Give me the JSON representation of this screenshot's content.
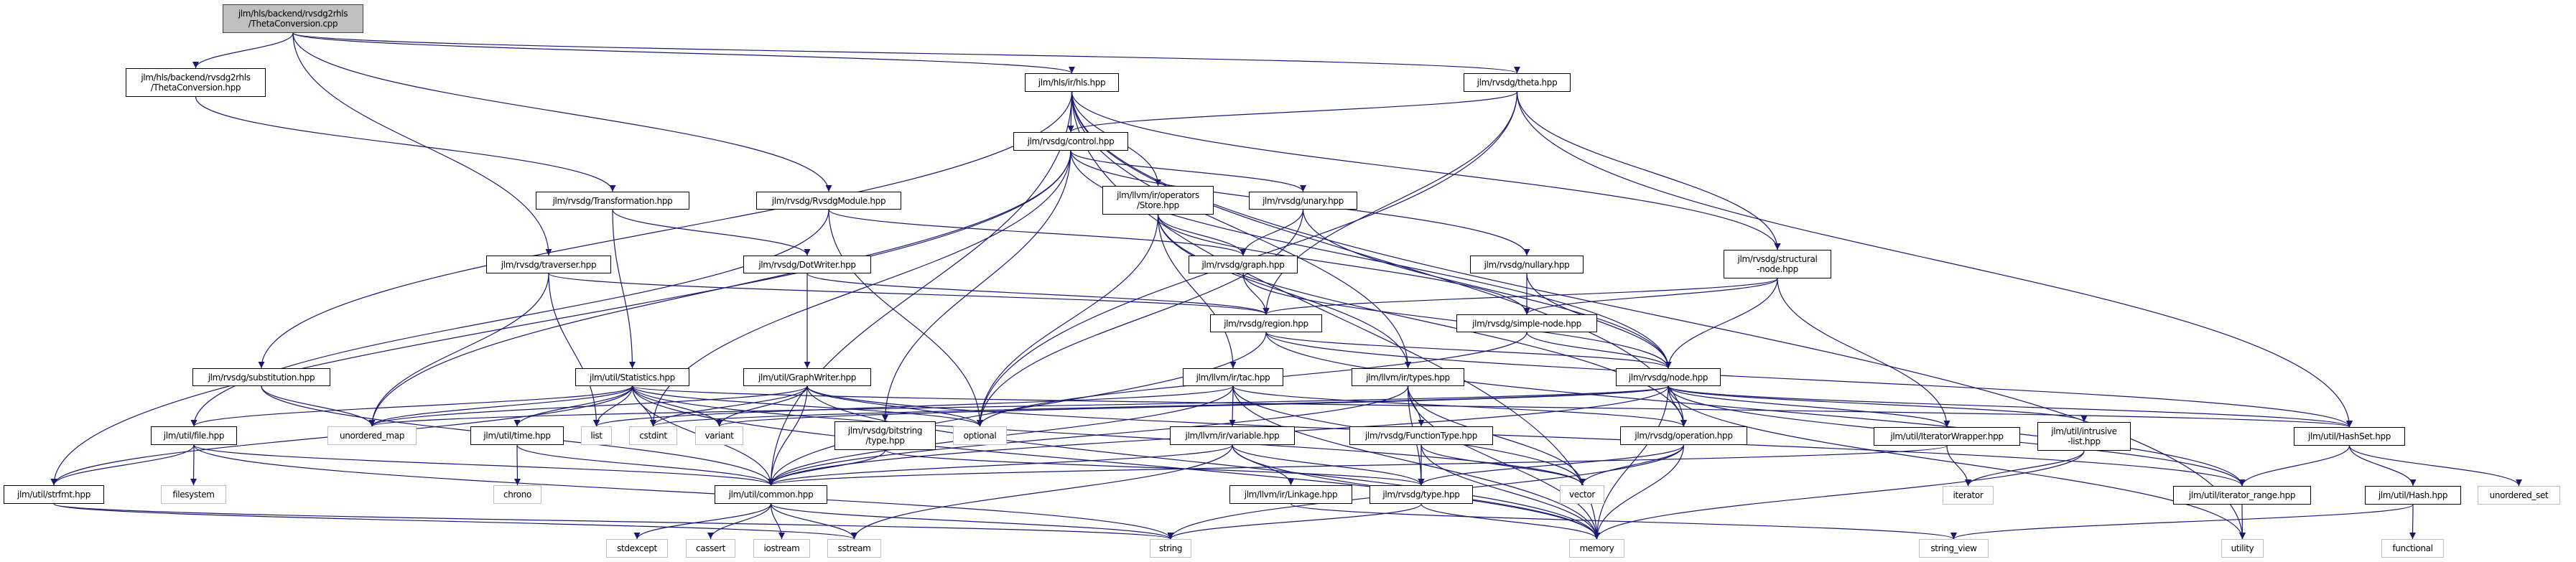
{
  "colors": {
    "edge": "#191970",
    "root_fill": "#bfbfbf",
    "file_border": "#000000",
    "system_border": "#bfbfbf"
  },
  "nodes": [
    {
      "label": "jlm/hls/backend/rvsdg2rhls/ThetaConversion.cpp",
      "lines": [
        "jlm/hls/backend/rvsdg2rhls",
        "/ThetaConversion.cpp"
      ],
      "kind": "root"
    },
    {
      "label": "jlm/hls/backend/rvsdg2rhls/ThetaConversion.hpp",
      "lines": [
        "jlm/hls/backend/rvsdg2rhls",
        "/ThetaConversion.hpp"
      ],
      "kind": "file"
    },
    {
      "label": "jlm/hls/ir/hls.hpp",
      "lines": [
        "jlm/hls/ir/hls.hpp"
      ],
      "kind": "file"
    },
    {
      "label": "jlm/rvsdg/theta.hpp",
      "lines": [
        "jlm/rvsdg/theta.hpp"
      ],
      "kind": "file"
    },
    {
      "label": "jlm/rvsdg/control.hpp",
      "lines": [
        "jlm/rvsdg/control.hpp"
      ],
      "kind": "file"
    },
    {
      "label": "jlm/rvsdg/Transformation.hpp",
      "lines": [
        "jlm/rvsdg/Transformation.hpp"
      ],
      "kind": "file"
    },
    {
      "label": "jlm/rvsdg/RvsdgModule.hpp",
      "lines": [
        "jlm/rvsdg/RvsdgModule.hpp"
      ],
      "kind": "file"
    },
    {
      "label": "jlm/llvm/ir/operators/Store.hpp",
      "lines": [
        "jlm/llvm/ir/operators",
        "/Store.hpp"
      ],
      "kind": "file"
    },
    {
      "label": "jlm/rvsdg/unary.hpp",
      "lines": [
        "jlm/rvsdg/unary.hpp"
      ],
      "kind": "file"
    },
    {
      "label": "jlm/rvsdg/traverser.hpp",
      "lines": [
        "jlm/rvsdg/traverser.hpp"
      ],
      "kind": "file"
    },
    {
      "label": "jlm/rvsdg/DotWriter.hpp",
      "lines": [
        "jlm/rvsdg/DotWriter.hpp"
      ],
      "kind": "file"
    },
    {
      "label": "jlm/rvsdg/graph.hpp",
      "lines": [
        "jlm/rvsdg/graph.hpp"
      ],
      "kind": "file"
    },
    {
      "label": "jlm/rvsdg/nullary.hpp",
      "lines": [
        "jlm/rvsdg/nullary.hpp"
      ],
      "kind": "file"
    },
    {
      "label": "jlm/rvsdg/structural-node.hpp",
      "lines": [
        "jlm/rvsdg/structural",
        "-node.hpp"
      ],
      "kind": "file"
    },
    {
      "label": "jlm/rvsdg/region.hpp",
      "lines": [
        "jlm/rvsdg/region.hpp"
      ],
      "kind": "file"
    },
    {
      "label": "jlm/rvsdg/simple-node.hpp",
      "lines": [
        "jlm/rvsdg/simple-node.hpp"
      ],
      "kind": "file"
    },
    {
      "label": "jlm/rvsdg/substitution.hpp",
      "lines": [
        "jlm/rvsdg/substitution.hpp"
      ],
      "kind": "file"
    },
    {
      "label": "jlm/util/Statistics.hpp",
      "lines": [
        "jlm/util/Statistics.hpp"
      ],
      "kind": "file"
    },
    {
      "label": "jlm/util/GraphWriter.hpp",
      "lines": [
        "jlm/util/GraphWriter.hpp"
      ],
      "kind": "file"
    },
    {
      "label": "jlm/llvm/ir/tac.hpp",
      "lines": [
        "jlm/llvm/ir/tac.hpp"
      ],
      "kind": "file"
    },
    {
      "label": "jlm/llvm/ir/types.hpp",
      "lines": [
        "jlm/llvm/ir/types.hpp"
      ],
      "kind": "file"
    },
    {
      "label": "jlm/rvsdg/node.hpp",
      "lines": [
        "jlm/rvsdg/node.hpp"
      ],
      "kind": "file"
    },
    {
      "label": "jlm/util/file.hpp",
      "lines": [
        "jlm/util/file.hpp"
      ],
      "kind": "file"
    },
    {
      "label": "unordered_map",
      "lines": [
        "unordered_map"
      ],
      "kind": "system"
    },
    {
      "label": "jlm/util/time.hpp",
      "lines": [
        "jlm/util/time.hpp"
      ],
      "kind": "file"
    },
    {
      "label": "list",
      "lines": [
        "list"
      ],
      "kind": "system"
    },
    {
      "label": "cstdint",
      "lines": [
        "cstdint"
      ],
      "kind": "system"
    },
    {
      "label": "variant",
      "lines": [
        "variant"
      ],
      "kind": "system"
    },
    {
      "label": "jlm/rvsdg/bitstring/type.hpp",
      "lines": [
        "jlm/rvsdg/bitstring",
        "/type.hpp"
      ],
      "kind": "file"
    },
    {
      "label": "optional",
      "lines": [
        "optional"
      ],
      "kind": "system"
    },
    {
      "label": "jlm/llvm/ir/variable.hpp",
      "lines": [
        "jlm/llvm/ir/variable.hpp"
      ],
      "kind": "file"
    },
    {
      "label": "jlm/rvsdg/FunctionType.hpp",
      "lines": [
        "jlm/rvsdg/FunctionType.hpp"
      ],
      "kind": "file"
    },
    {
      "label": "jlm/rvsdg/operation.hpp",
      "lines": [
        "jlm/rvsdg/operation.hpp"
      ],
      "kind": "file"
    },
    {
      "label": "jlm/util/IteratorWrapper.hpp",
      "lines": [
        "jlm/util/IteratorWrapper.hpp"
      ],
      "kind": "file"
    },
    {
      "label": "jlm/util/intrusive-list.hpp",
      "lines": [
        "jlm/util/intrusive",
        "-list.hpp"
      ],
      "kind": "file"
    },
    {
      "label": "jlm/util/HashSet.hpp",
      "lines": [
        "jlm/util/HashSet.hpp"
      ],
      "kind": "file"
    },
    {
      "label": "jlm/util/strfmt.hpp",
      "lines": [
        "jlm/util/strfmt.hpp"
      ],
      "kind": "file"
    },
    {
      "label": "filesystem",
      "lines": [
        "filesystem"
      ],
      "kind": "system"
    },
    {
      "label": "chrono",
      "lines": [
        "chrono"
      ],
      "kind": "system"
    },
    {
      "label": "jlm/util/common.hpp",
      "lines": [
        "jlm/util/common.hpp"
      ],
      "kind": "file"
    },
    {
      "label": "jlm/llvm/ir/Linkage.hpp",
      "lines": [
        "jlm/llvm/ir/Linkage.hpp"
      ],
      "kind": "file"
    },
    {
      "label": "jlm/rvsdg/type.hpp",
      "lines": [
        "jlm/rvsdg/type.hpp"
      ],
      "kind": "file"
    },
    {
      "label": "vector",
      "lines": [
        "vector"
      ],
      "kind": "system"
    },
    {
      "label": "iterator",
      "lines": [
        "iterator"
      ],
      "kind": "system"
    },
    {
      "label": "jlm/util/iterator_range.hpp",
      "lines": [
        "jlm/util/iterator_range.hpp"
      ],
      "kind": "file"
    },
    {
      "label": "jlm/util/Hash.hpp",
      "lines": [
        "jlm/util/Hash.hpp"
      ],
      "kind": "file"
    },
    {
      "label": "unordered_set",
      "lines": [
        "unordered_set"
      ],
      "kind": "system"
    },
    {
      "label": "stdexcept",
      "lines": [
        "stdexcept"
      ],
      "kind": "system"
    },
    {
      "label": "cassert",
      "lines": [
        "cassert"
      ],
      "kind": "system"
    },
    {
      "label": "iostream",
      "lines": [
        "iostream"
      ],
      "kind": "system"
    },
    {
      "label": "sstream",
      "lines": [
        "sstream"
      ],
      "kind": "system"
    },
    {
      "label": "string",
      "lines": [
        "string"
      ],
      "kind": "system"
    },
    {
      "label": "memory",
      "lines": [
        "memory"
      ],
      "kind": "system"
    },
    {
      "label": "string_view",
      "lines": [
        "string_view"
      ],
      "kind": "system"
    },
    {
      "label": "utility",
      "lines": [
        "utility"
      ],
      "kind": "system"
    },
    {
      "label": "functional",
      "lines": [
        "functional"
      ],
      "kind": "system"
    }
  ],
  "edges": [
    [
      "jlm/hls/backend/rvsdg2rhls/ThetaConversion.cpp",
      "jlm/hls/backend/rvsdg2rhls/ThetaConversion.hpp"
    ],
    [
      "jlm/hls/backend/rvsdg2rhls/ThetaConversion.cpp",
      "jlm/hls/ir/hls.hpp"
    ],
    [
      "jlm/hls/backend/rvsdg2rhls/ThetaConversion.cpp",
      "jlm/rvsdg/theta.hpp"
    ],
    [
      "jlm/hls/backend/rvsdg2rhls/ThetaConversion.cpp",
      "jlm/rvsdg/traverser.hpp"
    ],
    [
      "jlm/hls/backend/rvsdg2rhls/ThetaConversion.cpp",
      "jlm/rvsdg/RvsdgModule.hpp"
    ],
    [
      "jlm/hls/backend/rvsdg2rhls/ThetaConversion.hpp",
      "jlm/rvsdg/Transformation.hpp"
    ],
    [
      "jlm/hls/ir/hls.hpp",
      "jlm/rvsdg/control.hpp"
    ],
    [
      "jlm/hls/ir/hls.hpp",
      "jlm/llvm/ir/operators/Store.hpp"
    ],
    [
      "jlm/hls/ir/hls.hpp",
      "jlm/llvm/ir/types.hpp"
    ],
    [
      "jlm/hls/ir/hls.hpp",
      "jlm/rvsdg/substitution.hpp"
    ],
    [
      "jlm/hls/ir/hls.hpp",
      "jlm/util/common.hpp"
    ],
    [
      "jlm/hls/ir/hls.hpp",
      "jlm/rvsdg/structural-node.hpp"
    ],
    [
      "jlm/hls/ir/hls.hpp",
      "jlm/rvsdg/operation.hpp"
    ],
    [
      "jlm/hls/ir/hls.hpp",
      "memory"
    ],
    [
      "jlm/hls/ir/hls.hpp",
      "utility"
    ],
    [
      "jlm/rvsdg/theta.hpp",
      "jlm/rvsdg/control.hpp"
    ],
    [
      "jlm/rvsdg/theta.hpp",
      "jlm/rvsdg/structural-node.hpp"
    ],
    [
      "jlm/rvsdg/theta.hpp",
      "jlm/rvsdg/region.hpp"
    ],
    [
      "jlm/rvsdg/theta.hpp",
      "optional"
    ],
    [
      "jlm/rvsdg/theta.hpp",
      "jlm/util/HashSet.hpp"
    ],
    [
      "jlm/rvsdg/control.hpp",
      "jlm/rvsdg/unary.hpp"
    ],
    [
      "jlm/rvsdg/control.hpp",
      "jlm/rvsdg/nullary.hpp"
    ],
    [
      "jlm/rvsdg/control.hpp",
      "jlm/rvsdg/node.hpp"
    ],
    [
      "jlm/rvsdg/control.hpp",
      "jlm/util/strfmt.hpp"
    ],
    [
      "jlm/rvsdg/control.hpp",
      "unordered_map"
    ],
    [
      "jlm/rvsdg/control.hpp",
      "cstdint"
    ],
    [
      "jlm/rvsdg/control.hpp",
      "jlm/rvsdg/bitstring/type.hpp"
    ],
    [
      "jlm/rvsdg/Transformation.hpp",
      "jlm/util/Statistics.hpp"
    ],
    [
      "jlm/rvsdg/Transformation.hpp",
      "jlm/rvsdg/DotWriter.hpp"
    ],
    [
      "jlm/rvsdg/RvsdgModule.hpp",
      "jlm/rvsdg/graph.hpp"
    ],
    [
      "jlm/rvsdg/RvsdgModule.hpp",
      "jlm/util/file.hpp"
    ],
    [
      "jlm/rvsdg/RvsdgModule.hpp",
      "optional"
    ],
    [
      "jlm/rvsdg/traverser.hpp",
      "jlm/rvsdg/region.hpp"
    ],
    [
      "jlm/rvsdg/traverser.hpp",
      "list"
    ],
    [
      "jlm/rvsdg/traverser.hpp",
      "unordered_map"
    ],
    [
      "jlm/llvm/ir/operators/Store.hpp",
      "jlm/rvsdg/graph.hpp"
    ],
    [
      "jlm/llvm/ir/operators/Store.hpp",
      "jlm/rvsdg/simple-node.hpp"
    ],
    [
      "jlm/llvm/ir/operators/Store.hpp",
      "jlm/llvm/ir/tac.hpp"
    ],
    [
      "jlm/llvm/ir/operators/Store.hpp",
      "jlm/llvm/ir/types.hpp"
    ],
    [
      "jlm/llvm/ir/operators/Store.hpp",
      "optional"
    ],
    [
      "jlm/llvm/ir/operators/Store.hpp",
      "jlm/rvsdg/operation.hpp"
    ],
    [
      "jlm/rvsdg/unary.hpp",
      "jlm/rvsdg/graph.hpp"
    ],
    [
      "jlm/rvsdg/unary.hpp",
      "jlm/rvsdg/node.hpp"
    ],
    [
      "jlm/rvsdg/unary.hpp",
      "optional"
    ],
    [
      "jlm/rvsdg/DotWriter.hpp",
      "jlm/util/GraphWriter.hpp"
    ],
    [
      "jlm/rvsdg/DotWriter.hpp",
      "jlm/rvsdg/region.hpp"
    ],
    [
      "jlm/rvsdg/graph.hpp",
      "jlm/rvsdg/region.hpp"
    ],
    [
      "jlm/rvsdg/graph.hpp",
      "jlm/rvsdg/node.hpp"
    ],
    [
      "jlm/rvsdg/nullary.hpp",
      "jlm/rvsdg/simple-node.hpp"
    ],
    [
      "jlm/rvsdg/nullary.hpp",
      "jlm/rvsdg/node.hpp"
    ],
    [
      "jlm/rvsdg/structural-node.hpp",
      "jlm/rvsdg/region.hpp"
    ],
    [
      "jlm/rvsdg/structural-node.hpp",
      "jlm/rvsdg/simple-node.hpp"
    ],
    [
      "jlm/rvsdg/structural-node.hpp",
      "jlm/rvsdg/node.hpp"
    ],
    [
      "jlm/rvsdg/structural-node.hpp",
      "jlm/util/IteratorWrapper.hpp"
    ],
    [
      "jlm/rvsdg/region.hpp",
      "jlm/rvsdg/node.hpp"
    ],
    [
      "jlm/rvsdg/region.hpp",
      "jlm/util/common.hpp"
    ],
    [
      "jlm/rvsdg/region.hpp",
      "jlm/util/iterator_range.hpp"
    ],
    [
      "jlm/rvsdg/region.hpp",
      "jlm/util/HashSet.hpp"
    ],
    [
      "jlm/rvsdg/simple-node.hpp",
      "jlm/rvsdg/node.hpp"
    ],
    [
      "jlm/rvsdg/simple-node.hpp",
      "optional"
    ],
    [
      "jlm/rvsdg/substitution.hpp",
      "unordered_map"
    ],
    [
      "jlm/rvsdg/substitution.hpp",
      "jlm/util/common.hpp"
    ],
    [
      "jlm/util/Statistics.hpp",
      "jlm/util/file.hpp"
    ],
    [
      "jlm/util/Statistics.hpp",
      "unordered_map"
    ],
    [
      "jlm/util/Statistics.hpp",
      "jlm/util/time.hpp"
    ],
    [
      "jlm/util/Statistics.hpp",
      "list"
    ],
    [
      "jlm/util/Statistics.hpp",
      "cstdint"
    ],
    [
      "jlm/util/Statistics.hpp",
      "variant"
    ],
    [
      "jlm/util/Statistics.hpp",
      "optional"
    ],
    [
      "jlm/util/Statistics.hpp",
      "jlm/util/strfmt.hpp"
    ],
    [
      "jlm/util/Statistics.hpp",
      "jlm/util/HashSet.hpp"
    ],
    [
      "jlm/util/Statistics.hpp",
      "jlm/util/common.hpp"
    ],
    [
      "jlm/util/Statistics.hpp",
      "memory"
    ],
    [
      "jlm/util/Statistics.hpp",
      "vector"
    ],
    [
      "jlm/util/GraphWriter.hpp",
      "cstdint"
    ],
    [
      "jlm/util/GraphWriter.hpp",
      "variant"
    ],
    [
      "jlm/util/GraphWriter.hpp",
      "optional"
    ],
    [
      "jlm/util/GraphWriter.hpp",
      "jlm/util/common.hpp"
    ],
    [
      "jlm/util/GraphWriter.hpp",
      "unordered_map"
    ],
    [
      "jlm/util/GraphWriter.hpp",
      "memory"
    ],
    [
      "jlm/util/GraphWriter.hpp",
      "jlm/util/iterator_range.hpp"
    ],
    [
      "jlm/llvm/ir/tac.hpp",
      "jlm/llvm/ir/variable.hpp"
    ],
    [
      "jlm/llvm/ir/tac.hpp",
      "jlm/util/common.hpp"
    ],
    [
      "jlm/llvm/ir/tac.hpp",
      "list"
    ],
    [
      "jlm/llvm/ir/tac.hpp",
      "jlm/rvsdg/operation.hpp"
    ],
    [
      "jlm/llvm/ir/tac.hpp",
      "memory"
    ],
    [
      "jlm/llvm/ir/tac.hpp",
      "vector"
    ],
    [
      "jlm/llvm/ir/types.hpp",
      "jlm/rvsdg/FunctionType.hpp"
    ],
    [
      "jlm/llvm/ir/types.hpp",
      "jlm/rvsdg/type.hpp"
    ],
    [
      "jlm/llvm/ir/types.hpp",
      "jlm/util/common.hpp"
    ],
    [
      "jlm/llvm/ir/types.hpp",
      "vector"
    ],
    [
      "jlm/llvm/ir/types.hpp",
      "memory"
    ],
    [
      "jlm/rvsdg/node.hpp",
      "jlm/rvsdg/operation.hpp"
    ],
    [
      "jlm/rvsdg/node.hpp",
      "jlm/util/common.hpp"
    ],
    [
      "jlm/rvsdg/node.hpp",
      "jlm/util/HashSet.hpp"
    ],
    [
      "jlm/rvsdg/node.hpp",
      "jlm/util/IteratorWrapper.hpp"
    ],
    [
      "jlm/rvsdg/node.hpp",
      "jlm/util/intrusive-list.hpp"
    ],
    [
      "jlm/rvsdg/node.hpp",
      "jlm/util/iterator_range.hpp"
    ],
    [
      "jlm/rvsdg/node.hpp",
      "memory"
    ],
    [
      "jlm/rvsdg/node.hpp",
      "utility"
    ],
    [
      "jlm/rvsdg/node.hpp",
      "variant"
    ],
    [
      "jlm/rvsdg/node.hpp",
      "cstdint"
    ],
    [
      "jlm/rvsdg/node.hpp",
      "unordered_map"
    ],
    [
      "jlm/util/file.hpp",
      "jlm/util/strfmt.hpp"
    ],
    [
      "jlm/util/file.hpp",
      "filesystem"
    ],
    [
      "jlm/util/file.hpp",
      "jlm/util/common.hpp"
    ],
    [
      "jlm/util/file.hpp",
      "string"
    ],
    [
      "jlm/util/time.hpp",
      "chrono"
    ],
    [
      "jlm/util/time.hpp",
      "jlm/util/common.hpp"
    ],
    [
      "jlm/rvsdg/bitstring/type.hpp",
      "jlm/util/common.hpp"
    ],
    [
      "jlm/rvsdg/bitstring/type.hpp",
      "jlm/rvsdg/type.hpp"
    ],
    [
      "jlm/llvm/ir/variable.hpp",
      "jlm/llvm/ir/Linkage.hpp"
    ],
    [
      "jlm/llvm/ir/variable.hpp",
      "jlm/rvsdg/type.hpp"
    ],
    [
      "jlm/llvm/ir/variable.hpp",
      "jlm/util/common.hpp"
    ],
    [
      "jlm/llvm/ir/variable.hpp",
      "memory"
    ],
    [
      "jlm/llvm/ir/variable.hpp",
      "sstream"
    ],
    [
      "jlm/rvsdg/FunctionType.hpp",
      "jlm/rvsdg/type.hpp"
    ],
    [
      "jlm/rvsdg/FunctionType.hpp",
      "memory"
    ],
    [
      "jlm/rvsdg/FunctionType.hpp",
      "vector"
    ],
    [
      "jlm/rvsdg/operation.hpp",
      "jlm/rvsdg/type.hpp"
    ],
    [
      "jlm/rvsdg/operation.hpp",
      "memory"
    ],
    [
      "jlm/rvsdg/operation.hpp",
      "vector"
    ],
    [
      "jlm/rvsdg/operation.hpp",
      "string"
    ],
    [
      "jlm/util/IteratorWrapper.hpp",
      "iterator"
    ],
    [
      "jlm/util/IteratorWrapper.hpp",
      "jlm/util/common.hpp"
    ],
    [
      "jlm/util/intrusive-list.hpp",
      "iterator"
    ],
    [
      "jlm/util/intrusive-list.hpp",
      "memory"
    ],
    [
      "jlm/util/HashSet.hpp",
      "jlm/util/iterator_range.hpp"
    ],
    [
      "jlm/util/HashSet.hpp",
      "jlm/util/Hash.hpp"
    ],
    [
      "jlm/util/HashSet.hpp",
      "unordered_set"
    ],
    [
      "jlm/util/strfmt.hpp",
      "string"
    ],
    [
      "jlm/util/strfmt.hpp",
      "sstream"
    ],
    [
      "jlm/util/common.hpp",
      "stdexcept"
    ],
    [
      "jlm/util/common.hpp",
      "cassert"
    ],
    [
      "jlm/util/common.hpp",
      "iostream"
    ],
    [
      "jlm/util/common.hpp",
      "sstream"
    ],
    [
      "jlm/util/common.hpp",
      "string"
    ],
    [
      "jlm/rvsdg/type.hpp",
      "memory"
    ],
    [
      "jlm/rvsdg/type.hpp",
      "string"
    ],
    [
      "jlm/llvm/ir/Linkage.hpp",
      "string_view"
    ],
    [
      "jlm/util/iterator_range.hpp",
      "utility"
    ],
    [
      "jlm/util/Hash.hpp",
      "functional"
    ],
    [
      "jlm/util/Hash.hpp",
      "string_view"
    ]
  ]
}
